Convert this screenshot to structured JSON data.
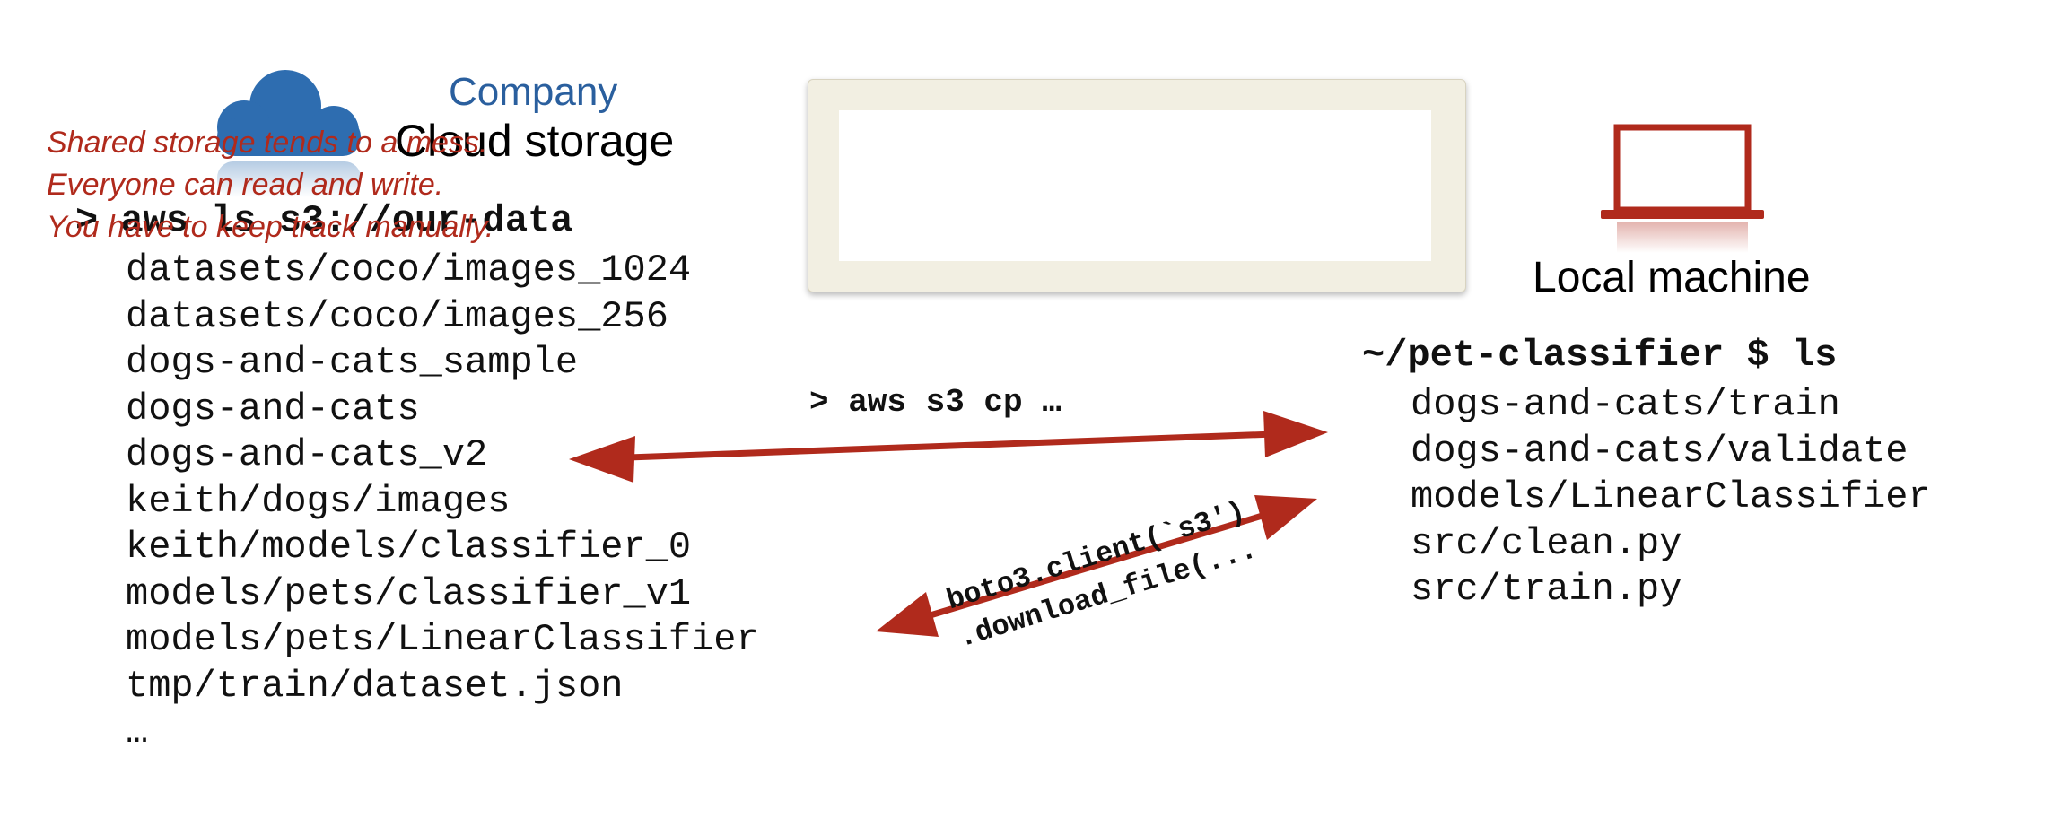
{
  "cloud": {
    "icon": "cloud-icon",
    "company_label": "Company",
    "title": "Cloud storage",
    "command": "> aws ls s3://our-data",
    "items": [
      "datasets/coco/images_1024",
      "datasets/coco/images_256",
      "dogs-and-cats_sample",
      "dogs-and-cats",
      "dogs-and-cats_v2",
      "keith/dogs/images",
      "keith/models/classifier_0",
      "models/pets/classifier_v1",
      "models/pets/LinearClassifier",
      "tmp/train/dataset.json",
      "…"
    ]
  },
  "note": {
    "lines": [
      "Shared storage tends to a mess.",
      "Everyone can read and write.",
      "You have to keep track manually."
    ]
  },
  "local": {
    "icon": "laptop-icon",
    "title": "Local machine",
    "command": "~/pet-classifier $ ls",
    "items": [
      "dogs-and-cats/train",
      "dogs-and-cats/validate",
      "models/LinearClassifier",
      "src/clean.py",
      "src/train.py"
    ]
  },
  "arrows": {
    "cp_label": "> aws s3 cp …",
    "boto_line1": "boto3.client(`s3')",
    "boto_line2": ".download_file(..."
  },
  "colors": {
    "arrow": "#b02a1c",
    "cloud": "#2e6db0",
    "laptop": "#b02a1c",
    "note_text": "#b02a1c",
    "company_text": "#2a5f9e"
  }
}
